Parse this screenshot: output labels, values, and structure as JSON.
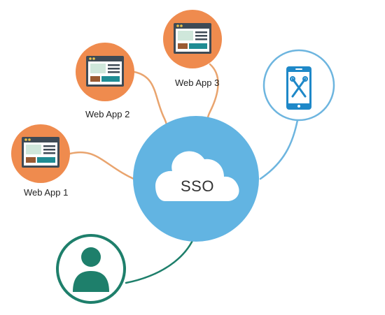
{
  "center": {
    "label": "SSO",
    "icon": "cloud-icon"
  },
  "apps": [
    {
      "label": "Web App 1",
      "icon": "browser-window-icon"
    },
    {
      "label": "Web App 2",
      "icon": "browser-window-icon"
    },
    {
      "label": "Web App 3",
      "icon": "browser-window-icon"
    }
  ],
  "mobile": {
    "icon": "smartphone-icon"
  },
  "user": {
    "icon": "user-icon"
  },
  "colors": {
    "app_circle": "#EF8B4E",
    "app_connector": "#E9A46E",
    "sso_circle": "#62B4E2",
    "mobile_ring": "#6DB5DF",
    "user_ring": "#1E7F6B",
    "user_fill": "#1E7F6B",
    "browser_frame": "#3E4A55",
    "browser_panel": "#CFE7DB",
    "browser_teal": "#1F8C93",
    "browser_brown": "#9A5A32"
  }
}
